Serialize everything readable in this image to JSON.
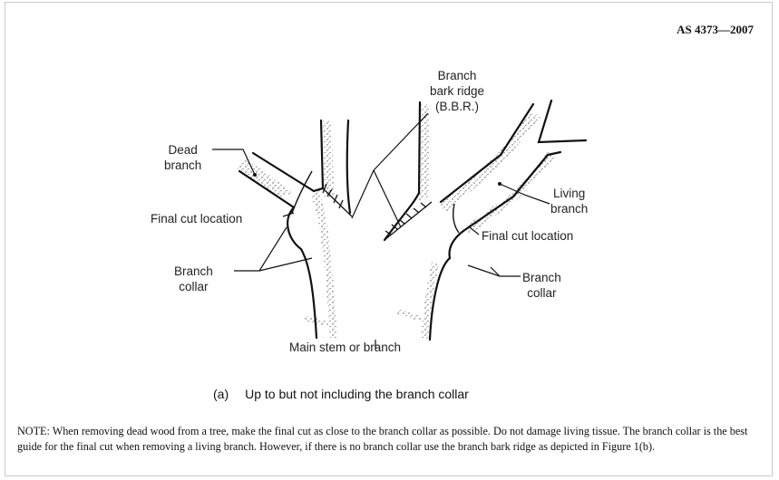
{
  "header": {
    "standard_number": "AS 4373—2007"
  },
  "figure": {
    "labels": {
      "branch_bark_ridge": [
        "Branch",
        "bark ridge",
        "(B.B.R.)"
      ],
      "dead_branch": [
        "Dead",
        "branch"
      ],
      "final_cut_left": "Final cut location",
      "branch_collar_left": [
        "Branch",
        "collar"
      ],
      "living_branch": [
        "Living",
        "branch"
      ],
      "final_cut_right": "Final cut location",
      "branch_collar_right": [
        "Branch",
        "collar"
      ],
      "main_stem": "Main stem or branch"
    },
    "caption": {
      "tag": "(a)",
      "text": "Up to but not including the branch collar"
    }
  },
  "note": "NOTE: When removing dead wood from a tree, make the final cut as close to the branch collar as possible. Do not damage living tissue. The branch collar is the best guide for the final cut when removing a living branch. However, if there is no branch collar use the branch bark ridge as depicted in Figure 1(b)."
}
